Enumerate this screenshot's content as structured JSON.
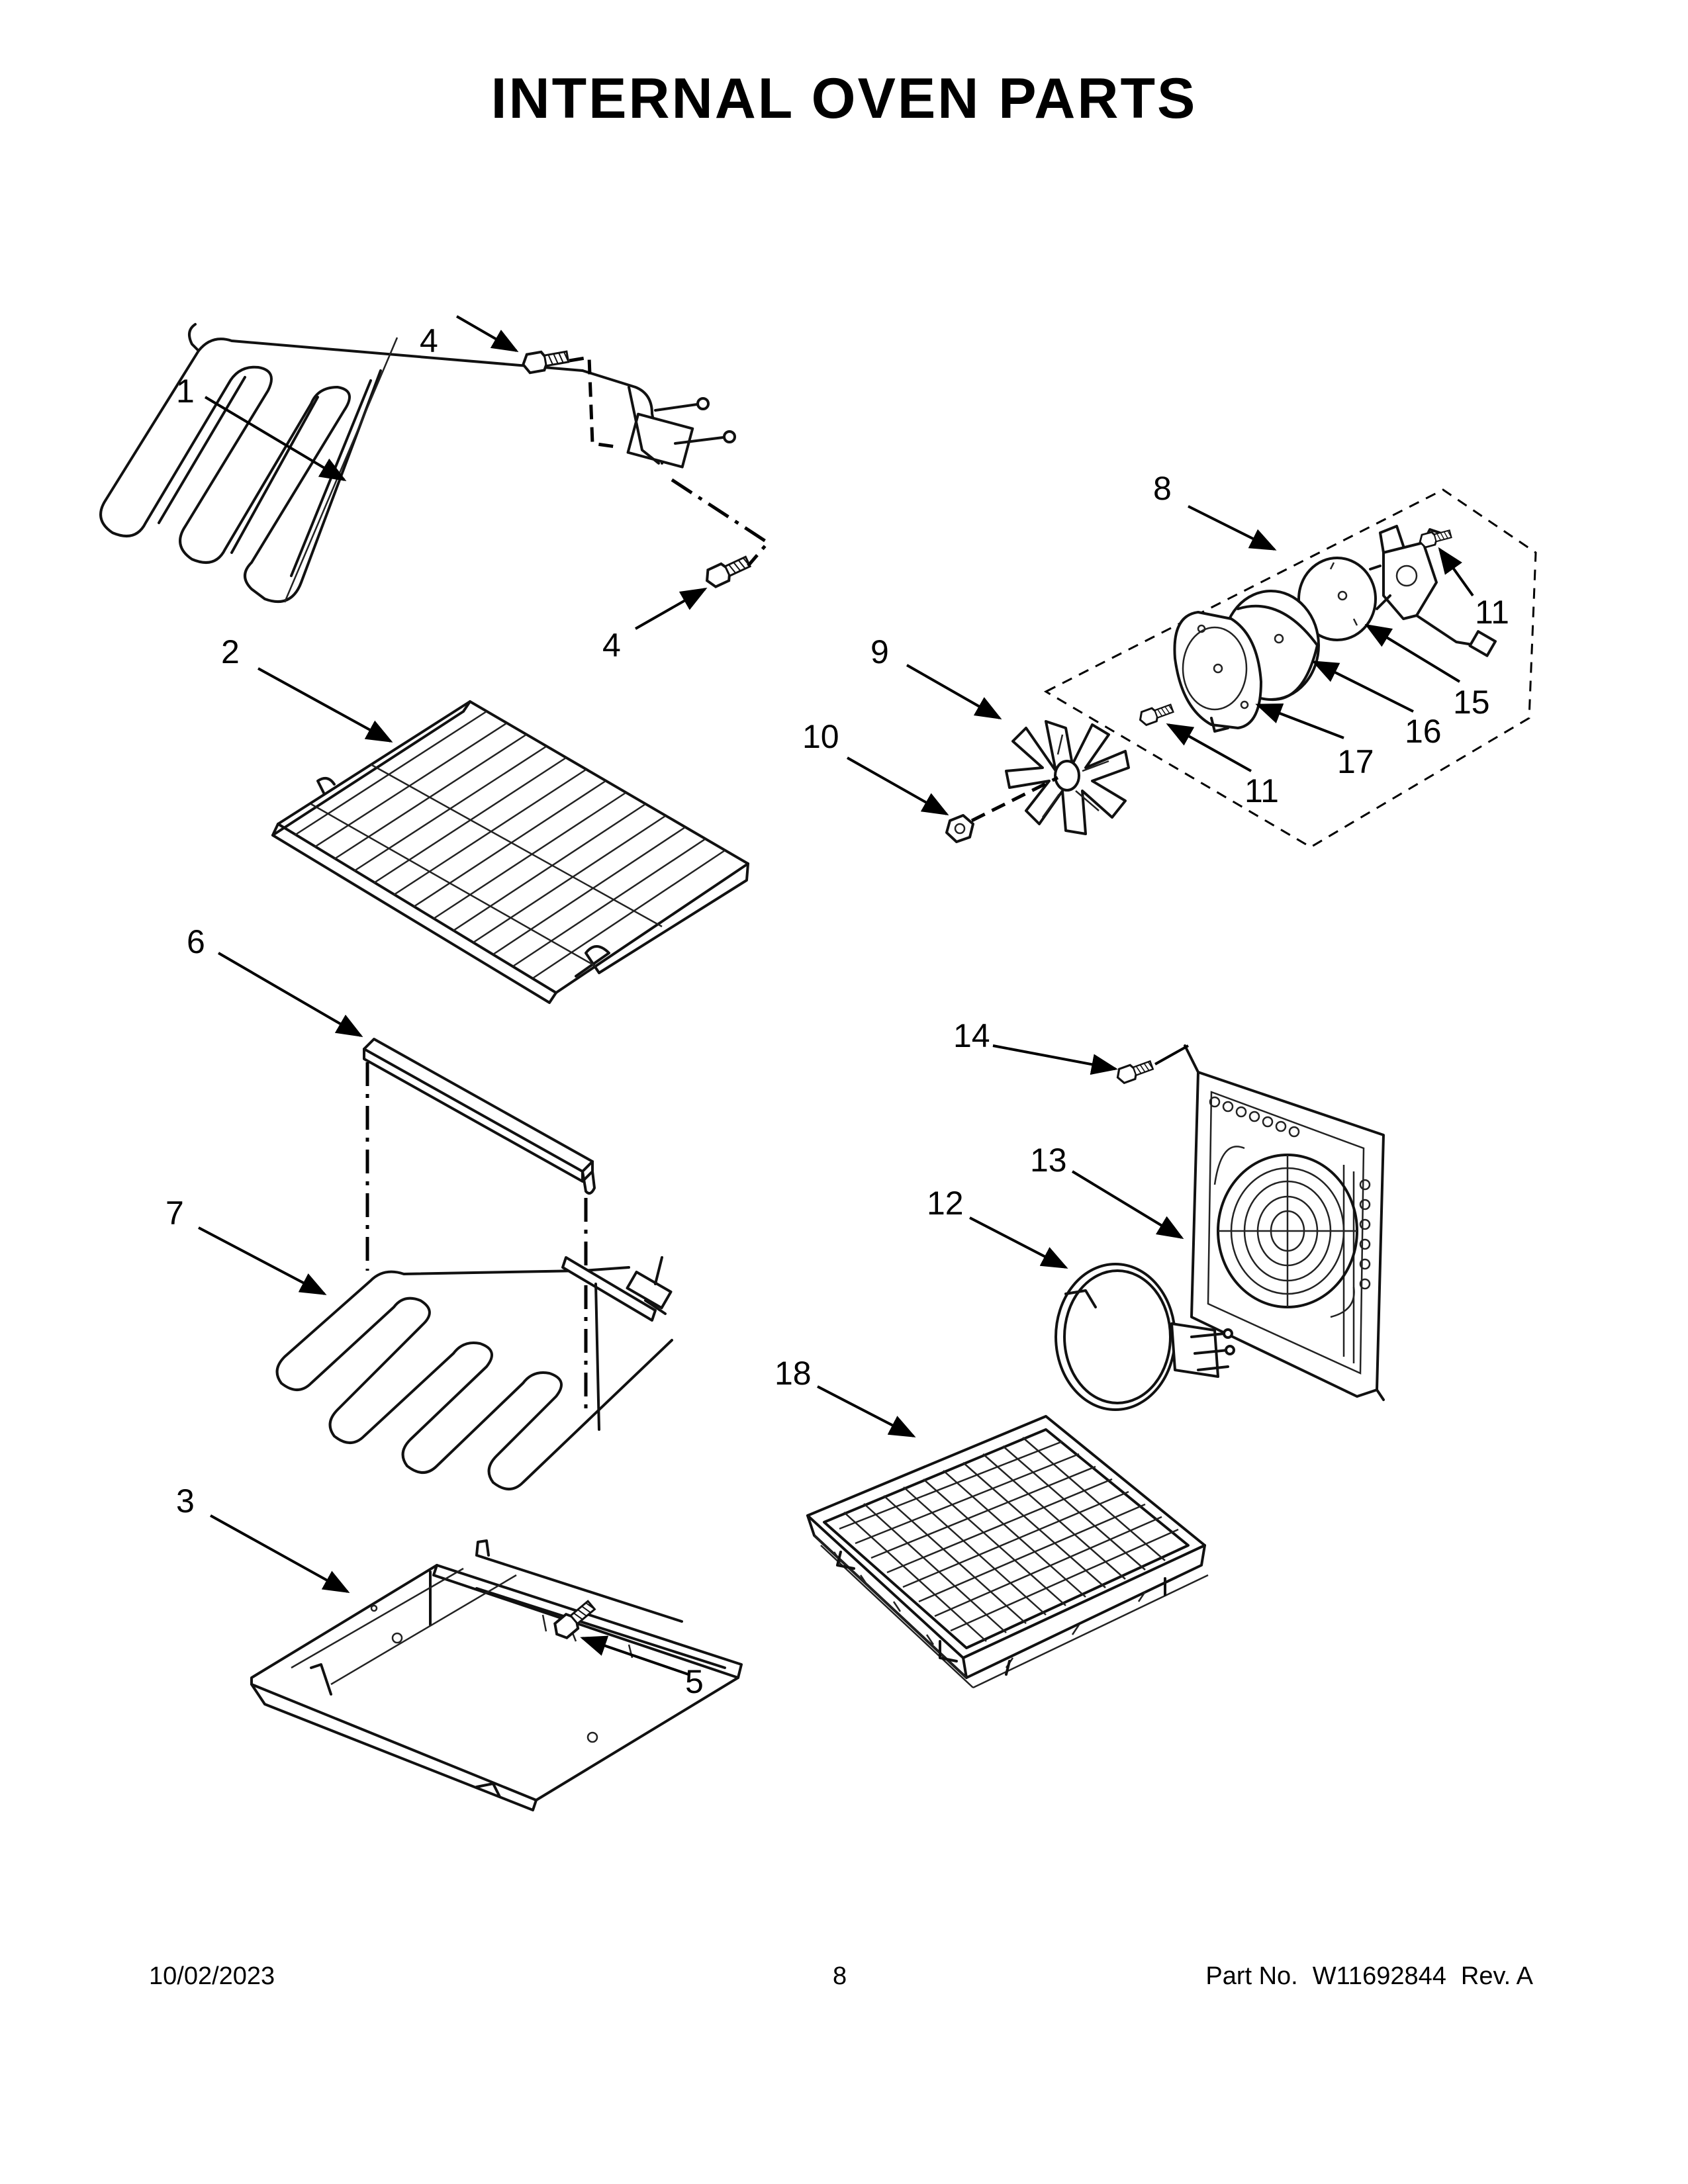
{
  "title": "INTERNAL OVEN PARTS",
  "footer": {
    "date": "10/02/2023",
    "page": "8",
    "part_label": "Part No.",
    "part_number": "W11692844",
    "revision": "Rev.  A"
  },
  "callouts": {
    "c1": "1",
    "c2": "2",
    "c3": "3",
    "c4a": "4",
    "c4b": "4",
    "c5": "5",
    "c6": "6",
    "c7": "7",
    "c8": "8",
    "c9": "9",
    "c10": "10",
    "c11a": "11",
    "c11b": "11",
    "c12": "12",
    "c13": "13",
    "c14": "14",
    "c15": "15",
    "c16": "16",
    "c17": "17",
    "c18": "18"
  }
}
